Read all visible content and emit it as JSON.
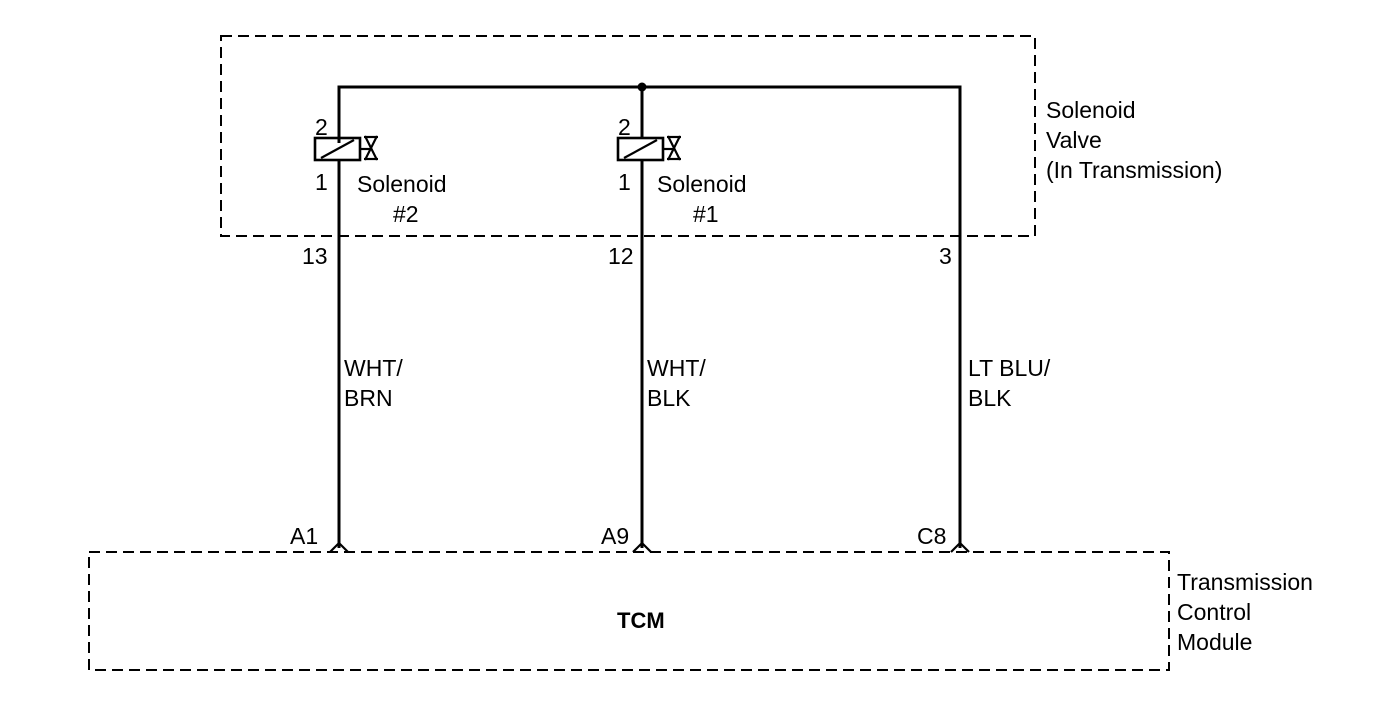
{
  "solenoid_valve": {
    "title_lines": [
      "Solenoid",
      "Valve",
      "(In Transmission)"
    ],
    "solenoids": [
      {
        "name_line1": "Solenoid",
        "name_line2": "#2",
        "pin_top": "2",
        "pin_bottom": "1"
      },
      {
        "name_line1": "Solenoid",
        "name_line2": "#1",
        "pin_top": "2",
        "pin_bottom": "1"
      }
    ],
    "connector_pins": [
      "13",
      "12",
      "3"
    ]
  },
  "wires": [
    {
      "color_line1": "WHT/",
      "color_line2": "BRN"
    },
    {
      "color_line1": "WHT/",
      "color_line2": "BLK"
    },
    {
      "color_line1": "LT BLU/",
      "color_line2": "BLK"
    }
  ],
  "tcm": {
    "label": "TCM",
    "title_lines": [
      "Transmission",
      "Control",
      "Module"
    ],
    "pins": [
      "A1",
      "A9",
      "C8"
    ]
  }
}
